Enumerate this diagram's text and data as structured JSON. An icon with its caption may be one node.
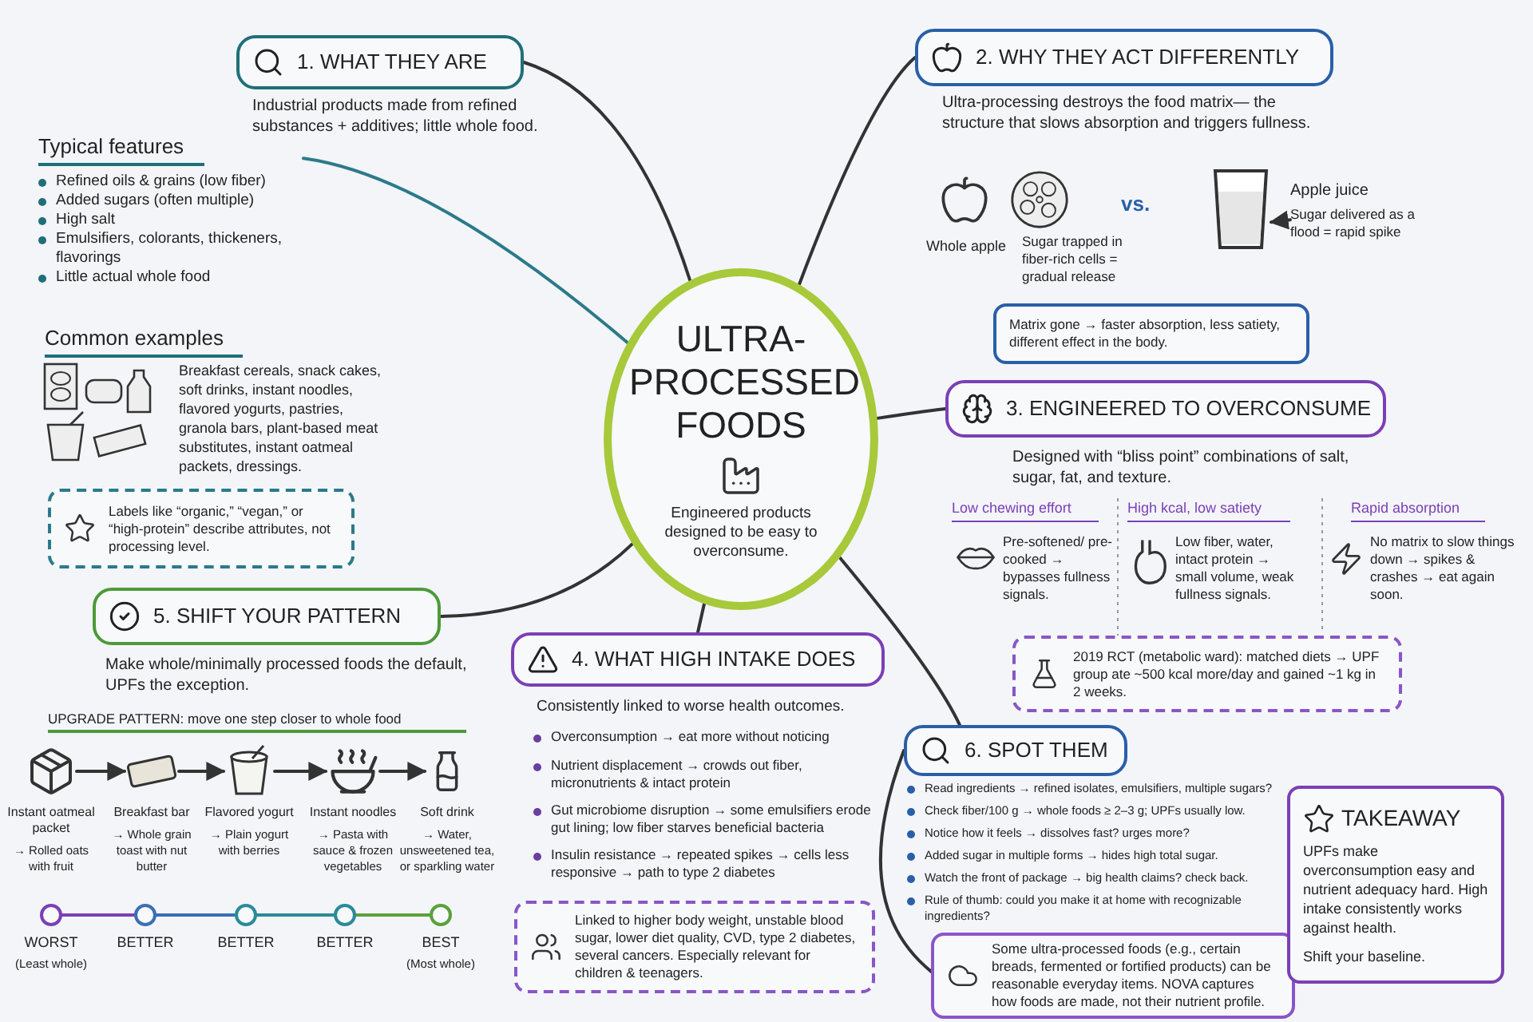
{
  "diagram": {
    "nodes": [
      {
        "text": [
          "ULTRA-PROCESSED FOODS",
          "Engineered products designed to be easy to overconsume."
        ]
      },
      {
        "text": [
          "1. WHAT THEY ARE"
        ],
        "beside": [
          "Industrial products made from refined substances + additives; little whole food."
        ]
      },
      {
        "text": [
          "2. WHY THEY ACT DIFFERENTLY"
        ],
        "beside": [
          "Ultra-processing destroys the food matrix— the structure that slows absorption and triggers fullness."
        ]
      },
      {
        "text": [
          "3. ENGINEERED TO OVERCONSUME"
        ],
        "beside": [
          "Designed with “bliss point” combinations of salt, sugar, fat, and texture."
        ]
      },
      {
        "text": [
          "4. WHAT HIGH INTAKE DOES"
        ],
        "beside": [
          "Consistently linked to worse health outcomes."
        ]
      },
      {
        "text": [
          "5. SHIFT YOUR PATTERN"
        ],
        "beside": [
          "Make whole/minimally processed foods the default, UPFs the exception."
        ]
      },
      {
        "text": [
          "6. SPOT THEM"
        ]
      },
      {
        "text": [
          "Typical features",
          "Refined oils & grains (low fiber)",
          "Added sugars (often multiple)",
          "High salt",
          "Emulsifiers, colorants, thickeners, flavorings",
          "Little actual whole food"
        ]
      },
      {
        "text": [
          "Labels like “organic,” “vegan,” or “high-protein” describe attributes, not processing level."
        ]
      },
      {
        "text": [],
        "shape": "picture"
      },
      {
        "text": [
          "Apple juice",
          "Sugar delivered as a flood = rapid spike"
        ]
      },
      {
        "text": [
          "Matrix gone → faster absorption, less satiety, different effect in the body."
        ]
      },
      {
        "text": [
          "2019 RCT (metabolic ward): matched diets → UPF group ate ~500 kcal more/day and gained ~1 kg in 2 weeks."
        ]
      },
      {
        "text": [
          "Linked to higher body weight, unstable blood sugar, lower diet quality, CVD, type 2 diabetes, several cancers. Especially relevant for children & teenagers."
        ]
      },
      {
        "text": [
          "Some ultra-processed foods (e.g., certain breads, fermented or fortified products) can be reasonable everyday items. NOVA captures how foods are made, not their nutrient profile."
        ]
      },
      {
        "text": [
          "TAKEAWAY",
          "UPFs make overconsumption easy and nutrient adequacy hard. High intake consistently works against health.",
          "Shift your baseline."
        ]
      },
      {
        "text": [
          "Instant oatmeal packet",
          "→ Rolled oats with fruit"
        ]
      },
      {
        "text": [
          "Breakfast bar",
          "→ Whole grain toast with nut butter"
        ]
      },
      {
        "text": [
          "Flavored yogurt",
          "→ Plain yogurt with berries"
        ]
      },
      {
        "text": [
          "Instant noodles",
          "→ Pasta with sauce & frozen vegetables"
        ]
      },
      {
        "text": [
          "Soft drink",
          "→ Water, unsweetened tea, or sparkling water"
        ]
      },
      {
        "text": [
          "WORST",
          "(Least whole)"
        ]
      },
      {
        "text": [
          "BETTER"
        ]
      },
      {
        "text": [
          "BETTER"
        ]
      },
      {
        "text": [
          "BETTER"
        ]
      },
      {
        "text": [
          "BEST",
          "(Most whole)"
        ]
      }
    ],
    "edges": [
      {
        "from": 0,
        "to": 1,
        "arrow": "none"
      },
      {
        "from": 0,
        "to": 2,
        "arrow": "none"
      },
      {
        "from": 0,
        "to": 3,
        "arrow": "none"
      },
      {
        "from": 0,
        "to": 4,
        "arrow": "none"
      },
      {
        "from": 0,
        "to": 5,
        "arrow": "none"
      },
      {
        "from": 0,
        "to": 6,
        "arrow": "none"
      },
      {
        "from": 0,
        "to": 7,
        "arrow": "none",
        "color": "#2b7a8a"
      },
      {
        "from": 6,
        "to": 14,
        "arrow": "none"
      },
      {
        "from": 10,
        "to": 9,
        "arrow": "to"
      },
      {
        "from": 16,
        "to": 17,
        "arrow": "to"
      },
      {
        "from": 17,
        "to": 18,
        "arrow": "to"
      },
      {
        "from": 18,
        "to": 19,
        "arrow": "to"
      },
      {
        "from": 19,
        "to": 20,
        "arrow": "to"
      },
      {
        "from": 21,
        "to": 22,
        "arrow": "none",
        "color": "#7b3fb5"
      },
      {
        "from": 22,
        "to": 23,
        "arrow": "none",
        "color": "#3a6fb5"
      },
      {
        "from": 23,
        "to": 24,
        "arrow": "none",
        "color": "#2b8a9a"
      },
      {
        "from": 24,
        "to": 25,
        "arrow": "none",
        "color": "#5aa03c"
      }
    ],
    "labels": [
      "Common examples",
      "Breakfast cereals, snack cakes, soft drinks, instant noodles, flavored yogurts, pastries, granola bars, plant-based meat substitutes, instant oatmeal packets, dressings.",
      "Whole apple",
      "Sugar trapped in fiber-rich cells = gradual release",
      "vs.",
      "Low chewing effort",
      "Pre-softened/ pre-cooked → bypasses fullness signals.",
      "High kcal, low satiety",
      "Low fiber, water, intact protein → small volume, weak fullness signals.",
      "Rapid absorption",
      "No matrix to slow things down → spikes & crashes → eat again soon.",
      "UPGRADE PATTERN: move one step closer to whole food",
      "Overconsumption → eat more without noticing",
      "Nutrient displacement → crowds out fiber, micronutrients & intact protein",
      "Gut microbiome disruption → some emulsifiers erode gut lining; low fiber starves beneficial bacteria",
      "Insulin resistance → repeated spikes → cells less responsive → path to type 2 diabetes",
      "Read ingredients → refined isolates, emulsifiers, multiple sugars?",
      "Check fiber/100 g → whole foods ≥ 2–3 g; UPFs usually low.",
      "Notice how it feels → dissolves fast? urges more?",
      "Added sugar in multiple forms → hides high total sugar.",
      "Watch the front of package → big health claims? check back.",
      "Rule of thumb: could you make it at home with recognizable ingredients?"
    ]
  }
}
